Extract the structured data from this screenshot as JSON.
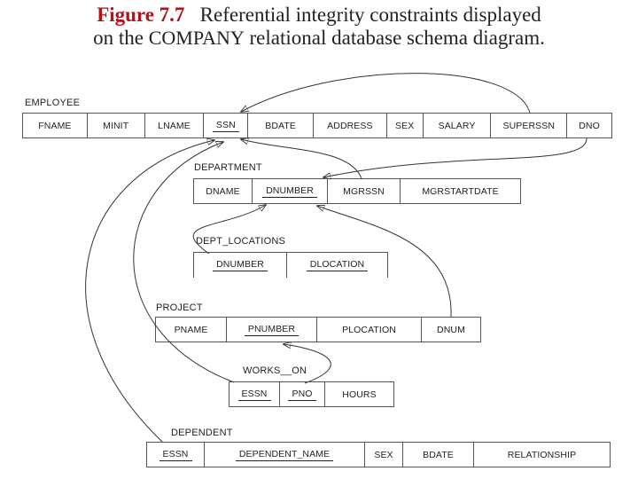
{
  "title": {
    "figure_label": "Figure 7.7",
    "line1_text": "Referential integrity constraints displayed",
    "line2_prefix": "on the ",
    "line2_company": "COMPANY",
    "line2_suffix": " relational database schema diagram."
  },
  "schema": {
    "employee": {
      "name": "EMPLOYEE",
      "attributes": [
        "FNAME",
        "MINIT",
        "LNAME",
        "SSN",
        "BDATE",
        "ADDRESS",
        "SEX",
        "SALARY",
        "SUPERSSN",
        "DNO"
      ]
    },
    "department": {
      "name": "DEPARTMENT",
      "attributes": [
        "DNAME",
        "DNUMBER",
        "MGRSSN",
        "MGRSTARTDATE"
      ]
    },
    "dept_locations": {
      "name": "DEPT_LOCATIONS",
      "attributes": [
        "DNUMBER",
        "DLOCATION"
      ]
    },
    "project": {
      "name": "PROJECT",
      "attributes": [
        "PNAME",
        "PNUMBER",
        "PLOCATION",
        "DNUM"
      ]
    },
    "works_on": {
      "name": "WORKS__ON",
      "attributes": [
        "ESSN",
        "PNO",
        "HOURS"
      ]
    },
    "dependent": {
      "name": "DEPENDENT",
      "attributes": [
        "ESSN",
        "DEPENDENT_NAME",
        "SEX",
        "BDATE",
        "RELATIONSHIP"
      ]
    }
  }
}
